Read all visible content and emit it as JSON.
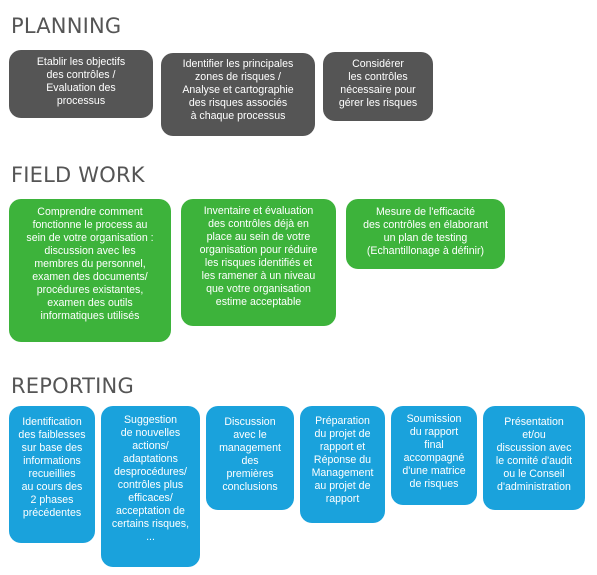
{
  "sections": {
    "planning": {
      "title": "PLANNING",
      "boxes": [
        "Etablir les objectifs\ndes contrôles /\nEvaluation des\nprocessus",
        "Identifier les principales\nzones de risques /\nAnalyse et cartographie\ndes risques associés\nà chaque processus",
        "Considérer\nles contrôles\nnécessaire pour\ngérer les risques"
      ]
    },
    "fieldwork": {
      "title": "FIELD WORK",
      "boxes": [
        "Comprendre comment\nfonctionne le process au\nsein de votre organisation :\ndiscussion avec les\nmembres du personnel,\nexamen des documents/\nprocédures existantes,\nexamen des outils\ninformatiques utilisés",
        "Inventaire et évaluation\ndes contrôles déjà en\nplace au sein de votre\norganisation pour réduire\nles risques identifiés et\nles ramener à un niveau\nque votre organisation\nestime acceptable",
        "Mesure de l'efficacité\ndes contrôles en élaborant\nun plan de testing\n(Echantillonage à définir)"
      ]
    },
    "reporting": {
      "title": "REPORTING",
      "boxes": [
        "Identification\ndes faiblesses\nsur base des\ninformations\nrecueillies\nau cours des\n2 phases\nprécédentes",
        "Suggestion\nde nouvelles\nactions/\nadaptations\ndesprocédures/\ncontrôles plus\nefficaces/\nacceptation de\ncertains risques,\n...",
        "Discussion\navec le\nmanagement\ndes\npremières\nconclusions",
        "Préparation\ndu projet de\nrapport et\nRéponse du\nManagement\nau projet de\nrapport",
        "Soumission\ndu rapport\nfinal\naccompagné\nd'une matrice\nde risques",
        "Présentation\net/ou\ndiscussion avec\nle comité d'audit\nou le Conseil\nd'administration"
      ]
    }
  },
  "colors": {
    "planning": "#555555",
    "fieldwork": "#3db33b",
    "reporting": "#1aa2dc",
    "title": "#555555"
  }
}
